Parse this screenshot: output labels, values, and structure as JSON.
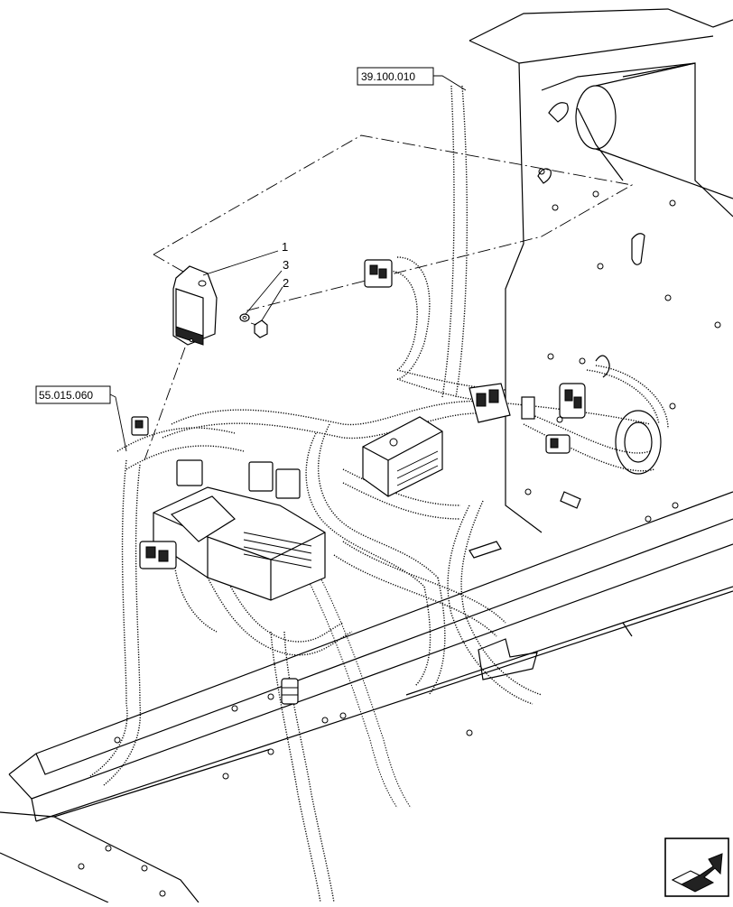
{
  "callouts": {
    "harness_chassis": "39.100.010",
    "harness_ecu": "55.015.060"
  },
  "parts": {
    "bracket": "1",
    "bolt": "2",
    "washer": "3"
  },
  "icons": {
    "nav": "next-page-arrow-icon"
  }
}
